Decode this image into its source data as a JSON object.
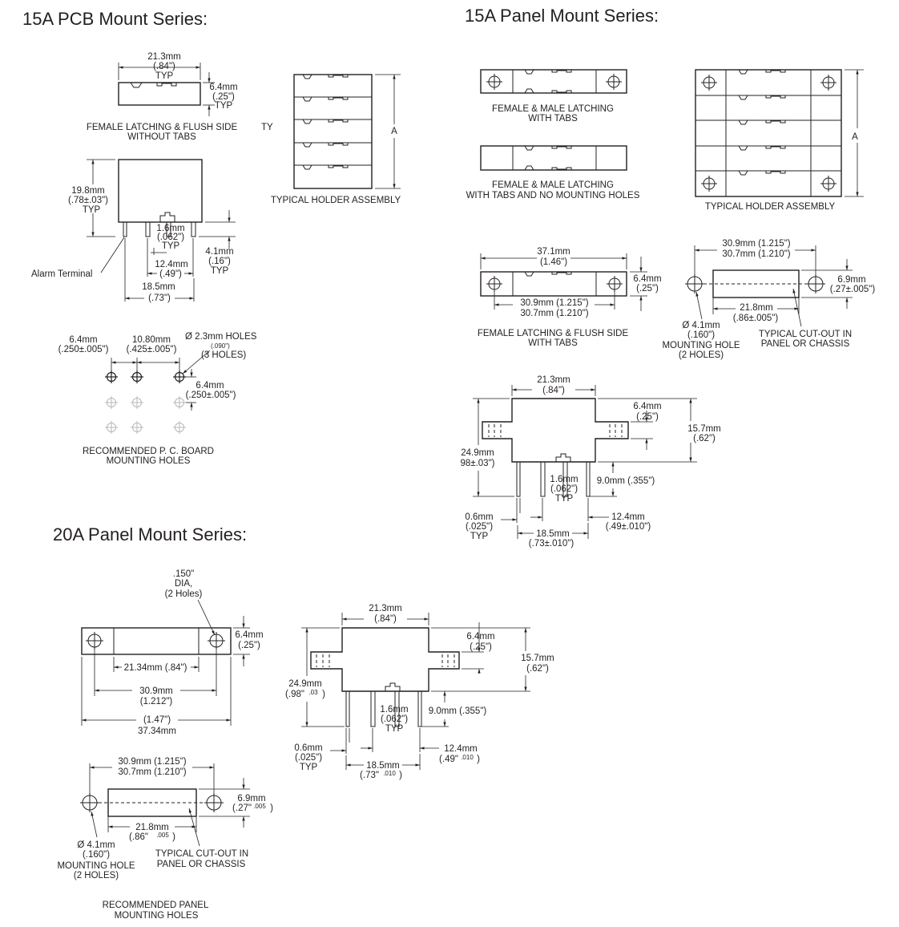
{
  "sections": {
    "pcb15": "15A PCB Mount Series:",
    "panel15": "15A Panel Mount Series:",
    "panel20": "20A Panel Mount Series:"
  },
  "pcb15": {
    "top_w": [
      "21.3mm",
      "(.84\")",
      "TYP"
    ],
    "top_h": [
      "6.4mm",
      "(.25\")",
      "TYP"
    ],
    "top_caption": [
      "FEMALE LATCHING & FLUSH SIDE",
      "WITHOUT TABS"
    ],
    "cut_typ": "TY",
    "side_h": [
      "19.8mm",
      "(.78±.03\")",
      "TYP"
    ],
    "pin_w": [
      "1.6mm",
      "(.062\")",
      "TYP"
    ],
    "pin_len": [
      "4.1mm",
      "(.16\")",
      "TYP"
    ],
    "pitch": [
      "12.4mm",
      "(.49\")"
    ],
    "span": [
      "18.5mm",
      "(.73\")"
    ],
    "alarm": "Alarm Terminal",
    "holder_a": "A",
    "holder_caption": "TYPICAL HOLDER ASSEMBLY",
    "holes_d1": [
      "6.4mm",
      "(.250±.005\")"
    ],
    "holes_d2": [
      "10.80mm",
      "(.425±.005\")"
    ],
    "holes_dia": [
      "Ø 2.3mm HOLES",
      "(.090\")",
      "(3 HOLES)"
    ],
    "holes_d3": [
      "6.4mm",
      "(.250±.005\")"
    ],
    "holes_caption": [
      "RECOMMENDED P. C. BOARD",
      "MOUNTING HOLES"
    ]
  },
  "panel15": {
    "fm_caption": [
      "FEMALE & MALE LATCHING",
      "WITH TABS"
    ],
    "fm2_caption": [
      "FEMALE & MALE LATCHING",
      "WITH TABS AND NO MOUNTING HOLES"
    ],
    "holder_a": "A",
    "holder_caption": "TYPICAL HOLDER ASSEMBLY",
    "flush_w": [
      "37.1mm",
      "(1.46\")"
    ],
    "flush_h": [
      "6.4mm",
      "(.25\")"
    ],
    "flush_hole": [
      "30.9mm (1.215\")",
      "30.7mm (1.210\")"
    ],
    "flush_caption": [
      "FEMALE LATCHING & FLUSH SIDE",
      "WITH TABS"
    ],
    "cut_span": [
      "30.9mm (1.215\")",
      "30.7mm (1.210\")"
    ],
    "cut_h": [
      "6.9mm",
      "(.27±.005\")"
    ],
    "cut_w": [
      "21.8mm",
      "(.86±.005\")"
    ],
    "cut_hole": [
      "Ø 4.1mm",
      "(.160\")",
      "MOUNTING HOLE",
      "(2 HOLES)"
    ],
    "cut_caption": [
      "TYPICAL CUT-OUT IN",
      "PANEL OR CHASSIS"
    ],
    "side_w": [
      "21.3mm",
      "(.84\")"
    ],
    "side_tab": [
      "6.4mm",
      "(.25\")"
    ],
    "side_tabh": [
      "15.7mm",
      "(.62\")"
    ],
    "side_h": [
      "24.9mm",
      "98±.03\")"
    ],
    "side_pin": [
      "1.6mm",
      "(.062\")",
      "TYP"
    ],
    "side_pinlen": "9.0mm (.355\")",
    "side_t": [
      "0.6mm",
      "(.025\")",
      "TYP"
    ],
    "side_pitch": [
      "12.4mm",
      "(.49±.010\")"
    ],
    "side_span": [
      "18.5mm",
      "(.73±.010\")"
    ]
  },
  "panel20": {
    "dia": [
      ".150\"",
      "DIA,",
      "(2 Holes)"
    ],
    "h": [
      "6.4mm",
      "(.25\")"
    ],
    "inner": "21.34mm (.84\")",
    "holes": [
      "30.9mm",
      "(1.212\")"
    ],
    "overall": [
      "(1.47\")",
      "37.34mm"
    ],
    "cut_span": [
      "30.9mm (1.215\")",
      "30.7mm (1.210\")"
    ],
    "cut_h": [
      "6.9mm",
      "(.27\"",
      ".005",
      ")"
    ],
    "cut_w": [
      "21.8mm",
      "(.86\"",
      ".005",
      ")"
    ],
    "cut_hole": [
      "Ø 4.1mm",
      "(.160\")",
      "MOUNTING HOLE",
      "(2 HOLES)"
    ],
    "cut_caption": [
      "TYPICAL CUT-OUT IN",
      "PANEL OR CHASSIS"
    ],
    "bottom_caption": [
      "RECOMMENDED PANEL",
      "MOUNTING HOLES"
    ],
    "side_w": [
      "21.3mm",
      "(.84\")"
    ],
    "side_tab": [
      "6.4mm",
      "(.25\")"
    ],
    "side_tabh": [
      "15.7mm",
      "(.62\")"
    ],
    "side_h": [
      "24.9mm",
      "(.98\"",
      ".03",
      ")"
    ],
    "side_pin": [
      "1.6mm",
      "(.062\")",
      "TYP"
    ],
    "side_pinlen": "9.0mm (.355\")",
    "side_t": [
      "0.6mm",
      "(.025\")",
      "TYP"
    ],
    "side_pitch": [
      "12.4mm",
      "(.49\"",
      ".010",
      ")"
    ],
    "side_span": [
      "18.5mm",
      "(.73\"",
      ".010",
      ")"
    ]
  }
}
